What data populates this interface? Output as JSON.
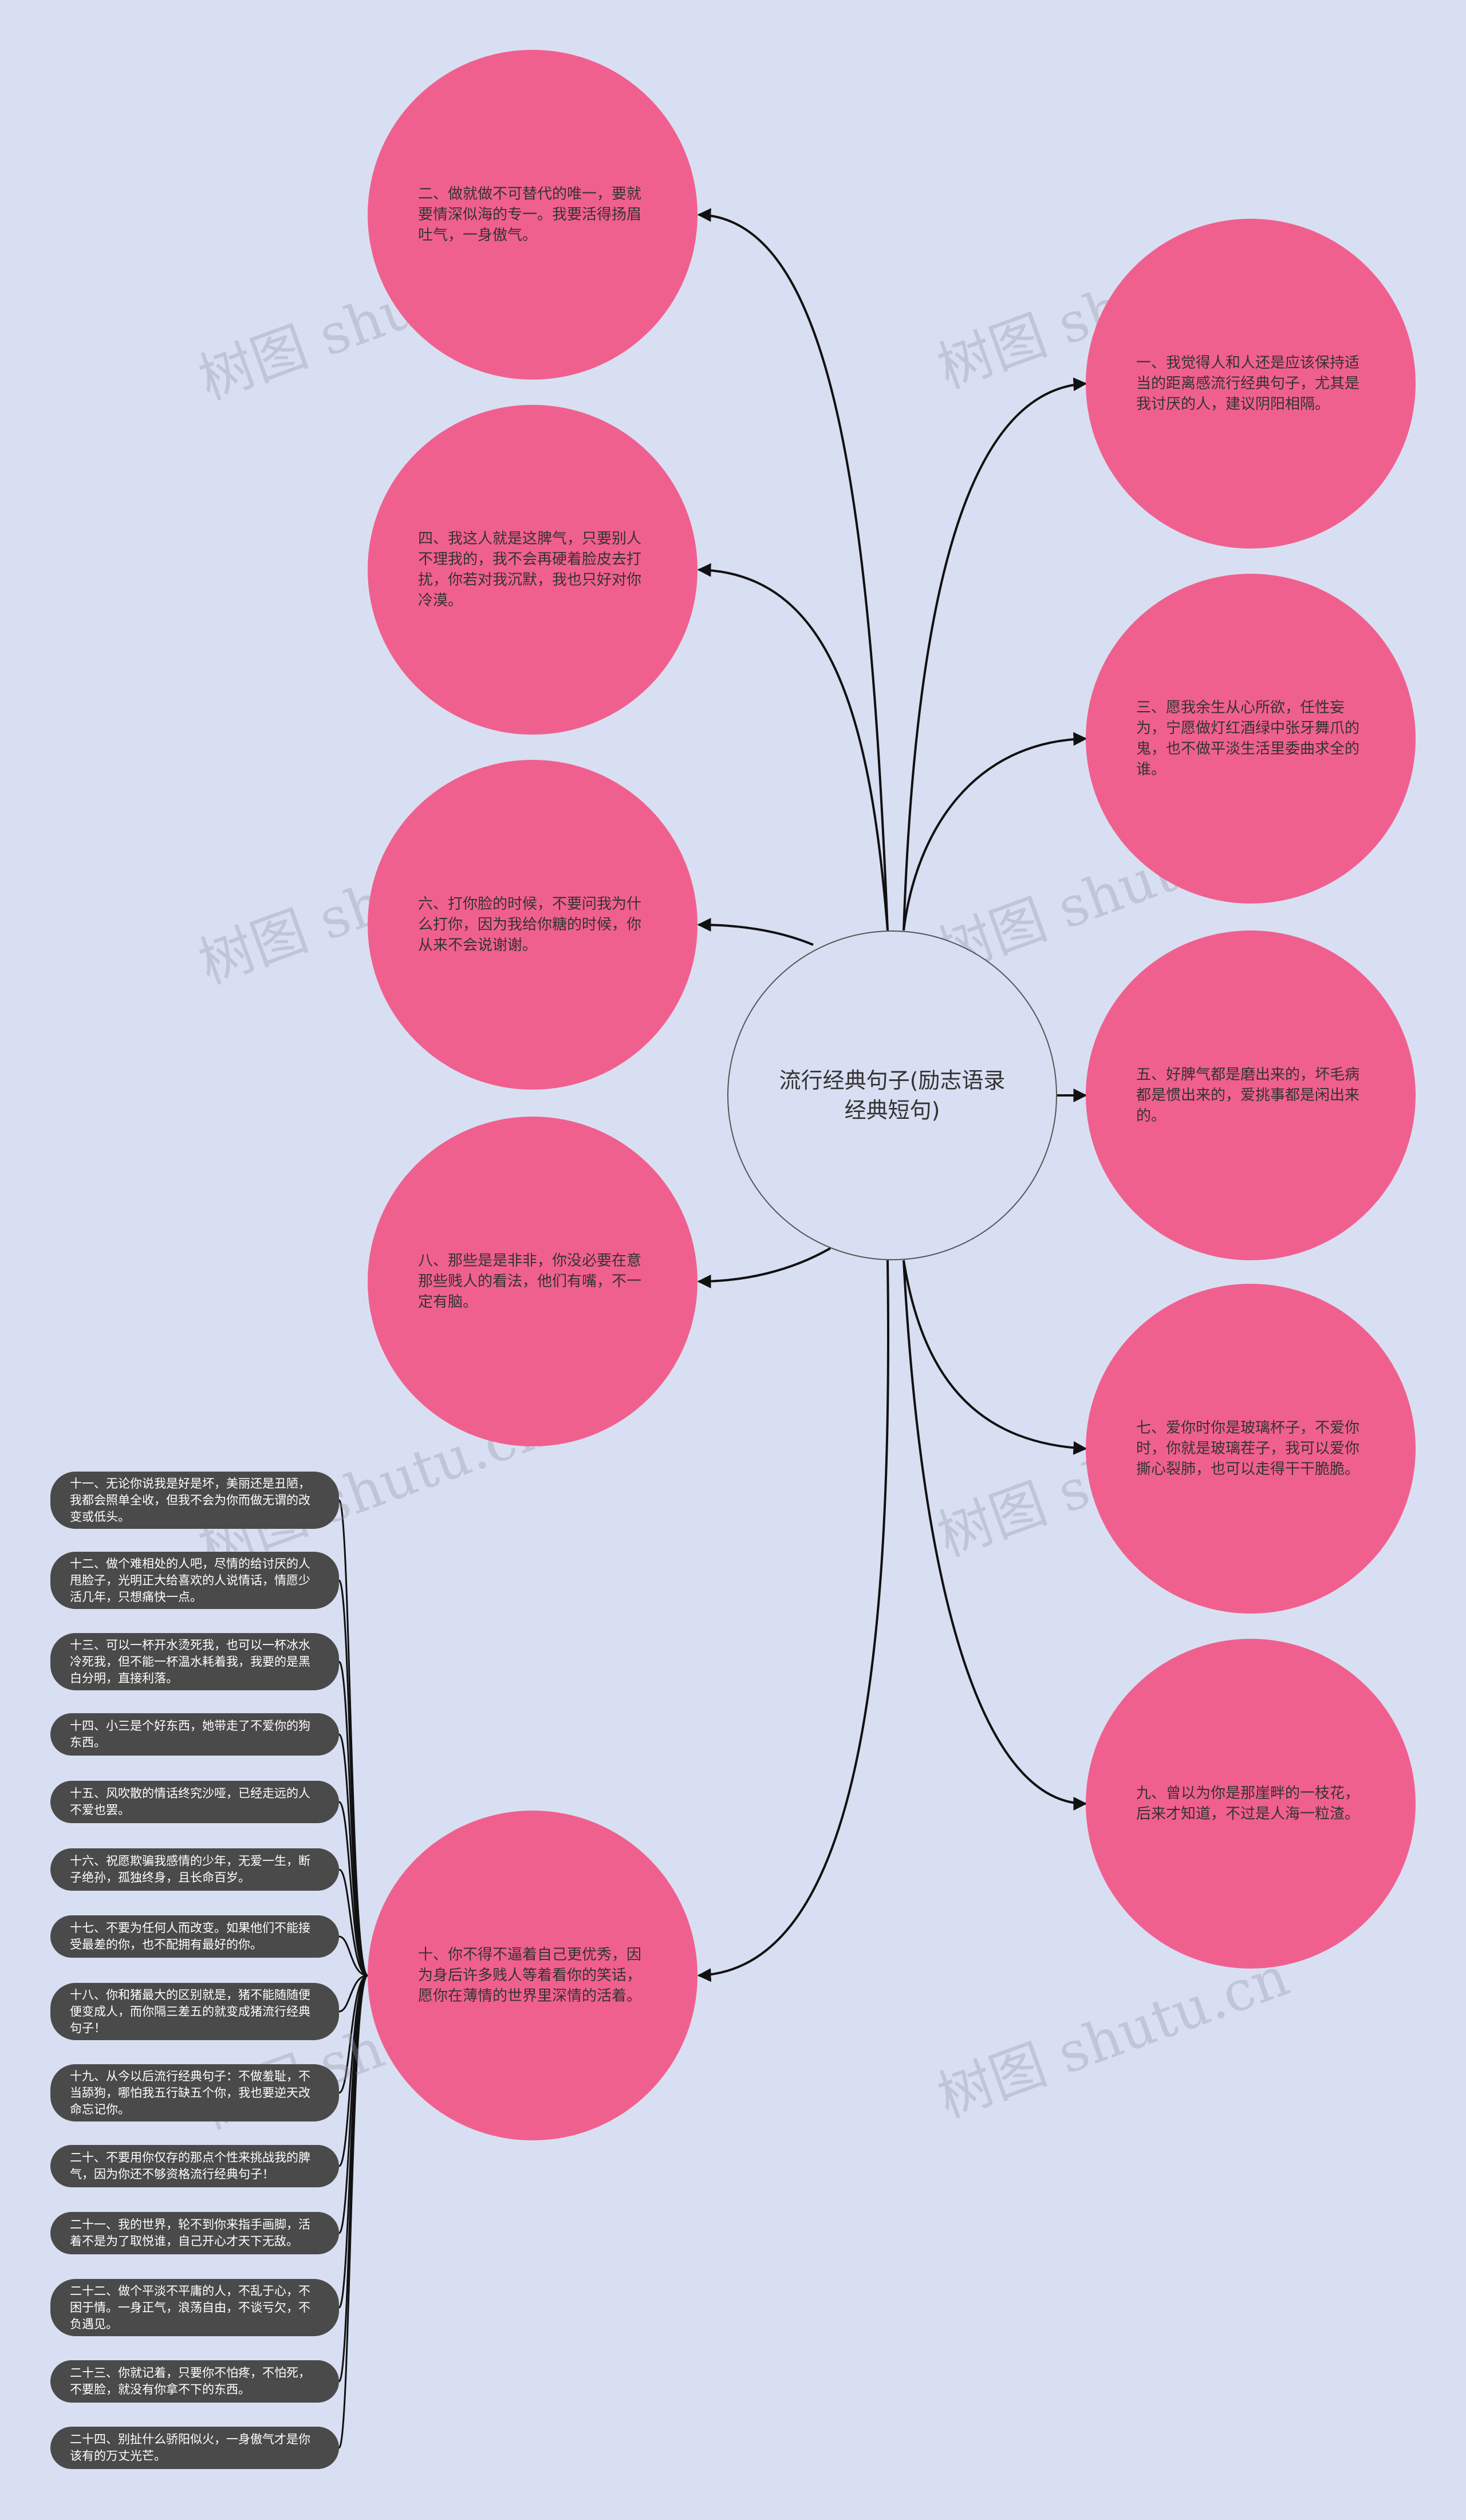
{
  "center": {
    "title": "流行经典句子(励志语录经典短句)"
  },
  "right_nodes": [
    {
      "text": "一、我觉得人和人还是应该保持适当的距离感流行经典句子，尤其是我讨厌的人，建议阴阳相隔。"
    },
    {
      "text": "三、愿我余生从心所欲，任性妄为，宁愿做灯红酒绿中张牙舞爪的鬼，也不做平淡生活里委曲求全的谁。"
    },
    {
      "text": "五、好脾气都是磨出来的，坏毛病都是惯出来的，爱挑事都是闲出来的。"
    },
    {
      "text": "七、爱你时你是玻璃杯子，不爱你时，你就是玻璃茬子，我可以爱你撕心裂肺，也可以走得干干脆脆。"
    },
    {
      "text": "九、曾以为你是那崖畔的一枝花，后来才知道，不过是人海一粒渣。"
    }
  ],
  "left_nodes": [
    {
      "text": "二、做就做不可替代的唯一，要就要情深似海的专一。我要活得扬眉吐气，一身傲气。"
    },
    {
      "text": "四、我这人就是这脾气，只要别人不理我的，我不会再硬着脸皮去打扰，你若对我沉默，我也只好对你冷漠。"
    },
    {
      "text": "六、打你脸的时候，不要问我为什么打你，因为我给你糖的时候，你从来不会说谢谢。"
    },
    {
      "text": "八、那些是是非非，你没必要在意那些贱人的看法，他们有嘴，不一定有脑。"
    },
    {
      "text": "十、你不得不逼着自己更优秀，因为身后许多贱人等着看你的笑话，愿你在薄情的世界里深情的活着。"
    }
  ],
  "sub_nodes": [
    {
      "text": "十一、无论你说我是好是坏，美丽还是丑陋，我都会照单全收，但我不会为你而做无谓的改变或低头。"
    },
    {
      "text": "十二、做个难相处的人吧，尽情的给讨厌的人甩脸子，光明正大给喜欢的人说情话，情愿少活几年，只想痛快一点。"
    },
    {
      "text": "十三、可以一杯开水烫死我，也可以一杯冰水冷死我，但不能一杯温水耗着我，我要的是黑白分明，直接利落。"
    },
    {
      "text": "十四、小三是个好东西，她带走了不爱你的狗东西。"
    },
    {
      "text": "十五、风吹散的情话终究沙哑，已经走远的人不爱也罢。"
    },
    {
      "text": "十六、祝愿欺骗我感情的少年，无爱一生，断子绝孙，孤独终身，且长命百岁。"
    },
    {
      "text": "十七、不要为任何人而改变。如果他们不能接受最差的你，也不配拥有最好的你。"
    },
    {
      "text": "十八、你和猪最大的区别就是，猪不能随随便便变成人，而你隔三差五的就变成猪流行经典句子！"
    },
    {
      "text": "十九、从今以后流行经典句子：不做羞耻，不当舔狗，哪怕我五行缺五个你，我也要逆天改命忘记你。"
    },
    {
      "text": "二十、不要用你仅存的那点个性来挑战我的脾气，因为你还不够资格流行经典句子！"
    },
    {
      "text": "二十一、我的世界，轮不到你来指手画脚，活着不是为了取悦谁，自己开心才天下无敌。"
    },
    {
      "text": "二十二、做个平淡不平庸的人，不乱于心，不困于情。一身正气，浪荡自由，不谈亏欠，不负遇见。"
    },
    {
      "text": "二十三、你就记着，只要你不怕疼，不怕死，不要脸，就没有你拿不下的东西。"
    },
    {
      "text": "二十四、别扯什么骄阳似火，一身傲气才是你该有的万丈光芒。"
    }
  ],
  "watermark": "树图 shutu.cn",
  "colors": {
    "background": "#d9dff2",
    "node": "#f0608e",
    "pill": "#4a4a4a",
    "line": "#111111"
  }
}
